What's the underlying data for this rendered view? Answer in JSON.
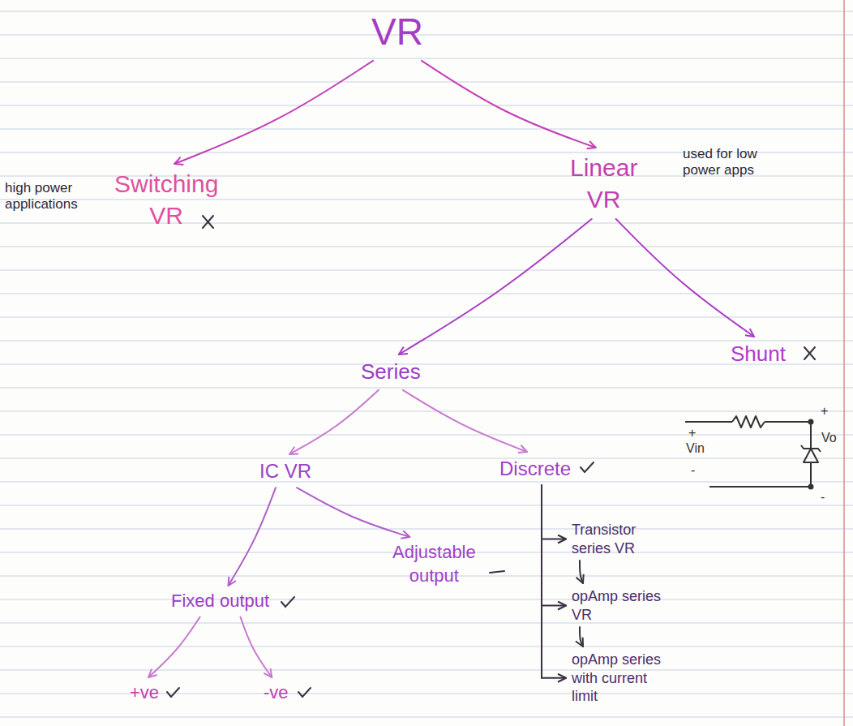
{
  "diagram": {
    "nodes": [
      {
        "text": [
          "VR"
        ]
      },
      {
        "text": [
          "Switching VR"
        ]
      },
      {
        "text": [
          "Linear VR"
        ]
      },
      {
        "text": [
          "Series"
        ]
      },
      {
        "text": [
          "Shunt"
        ]
      },
      {
        "text": [
          "IC VR"
        ]
      },
      {
        "text": [
          "Discrete"
        ]
      },
      {
        "text": [
          "Transistor series VR"
        ]
      },
      {
        "text": [
          "Adjustable output"
        ]
      },
      {
        "text": [
          "Fixed output"
        ]
      },
      {
        "text": [
          "opAmp series VR"
        ]
      },
      {
        "text": [
          "+ve"
        ]
      },
      {
        "text": [
          "-ve"
        ]
      },
      {
        "text": [
          "opAmp series with current limit"
        ]
      }
    ],
    "edges": [
      {
        "from": 0,
        "to": 1,
        "arrow": "to"
      },
      {
        "from": 0,
        "to": 2,
        "arrow": "to"
      },
      {
        "from": 2,
        "to": 3,
        "arrow": "to"
      },
      {
        "from": 2,
        "to": 4,
        "arrow": "to"
      },
      {
        "from": 3,
        "to": 5,
        "arrow": "to"
      },
      {
        "from": 3,
        "to": 6,
        "arrow": "to"
      },
      {
        "from": 5,
        "to": 9,
        "arrow": "to"
      },
      {
        "from": 5,
        "to": 8,
        "arrow": "to"
      },
      {
        "from": 9,
        "to": 11,
        "arrow": "to"
      },
      {
        "from": 9,
        "to": 12,
        "arrow": "to"
      },
      {
        "from": 6,
        "to": 7,
        "arrow": "to"
      },
      {
        "from": 6,
        "to": 10,
        "arrow": "to"
      },
      {
        "from": 6,
        "to": 13,
        "arrow": "to"
      },
      {
        "from": 7,
        "to": 10,
        "arrow": "to"
      },
      {
        "from": 10,
        "to": 13,
        "arrow": "to"
      }
    ],
    "labels": [
      "high power applications",
      "used for low power apps",
      "+",
      "Vin",
      "-",
      "+",
      "Vo",
      "-"
    ]
  }
}
